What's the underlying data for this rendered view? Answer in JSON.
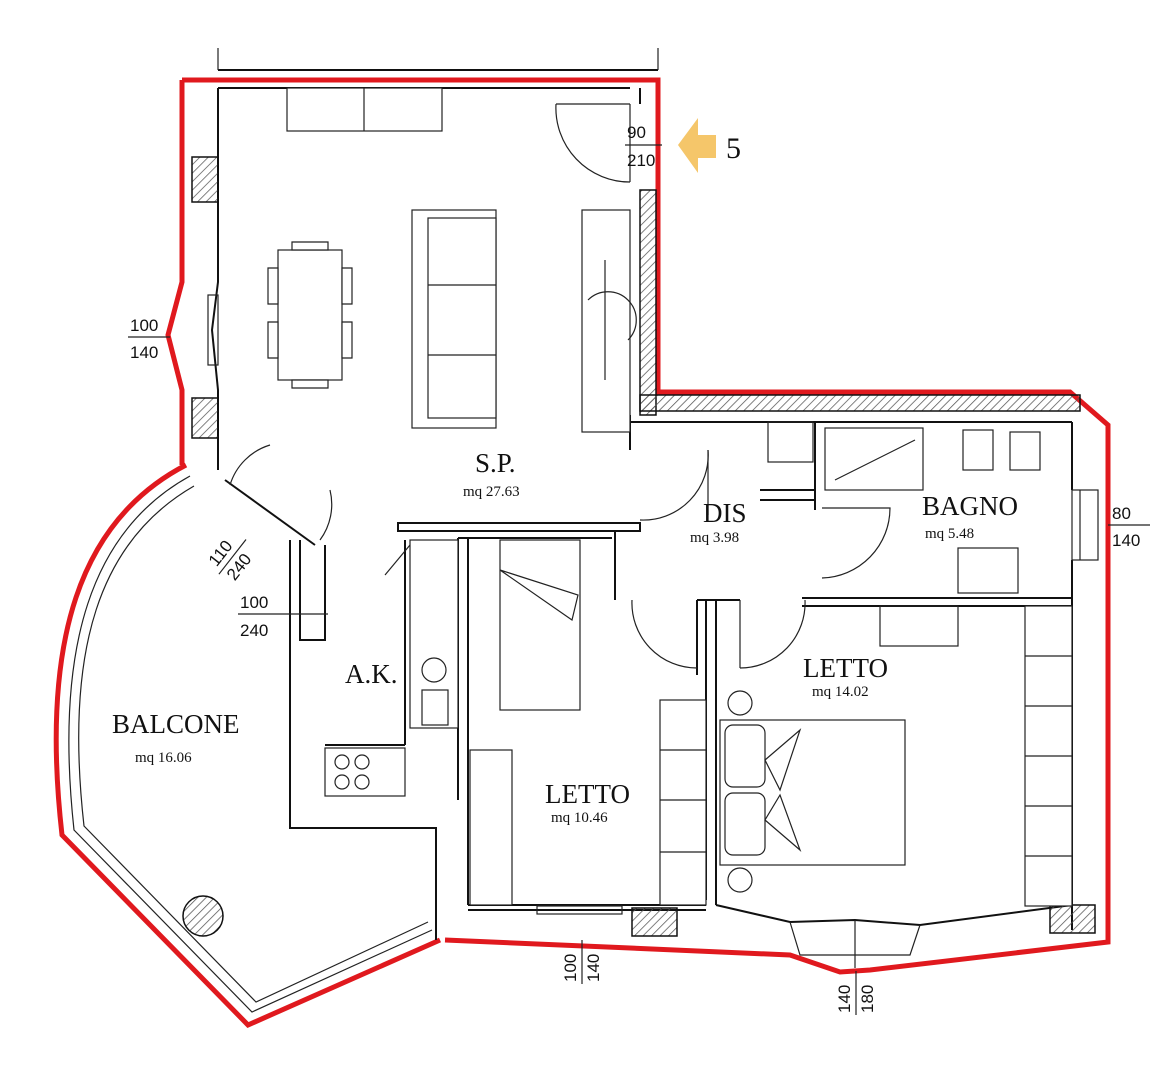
{
  "rooms": {
    "sp": {
      "name": "S.P.",
      "area": "mq 27.63"
    },
    "ak": {
      "name": "A.K."
    },
    "dis": {
      "name": "DIS",
      "area": "mq 3.98"
    },
    "bagno": {
      "name": "BAGNO",
      "area": "mq 5.48"
    },
    "letto_1": {
      "name": "LETTO",
      "area": "mq 14.02"
    },
    "letto_2": {
      "name": "LETTO",
      "area": "mq 10.46"
    },
    "balcone": {
      "name": "BALCONE",
      "area": "mq 16.06"
    }
  },
  "openings": {
    "entry_door": {
      "width": "90",
      "height": "210"
    },
    "window_sp": {
      "width": "100",
      "height": "140"
    },
    "door_balcone": {
      "width": "110",
      "height": "240"
    },
    "door_ak": {
      "width": "100",
      "height": "240"
    },
    "window_bagno": {
      "width": "80",
      "height": "140"
    },
    "window_letto_2": {
      "width": "100",
      "height": "140"
    },
    "window_letto_1": {
      "width": "140",
      "height": "180"
    }
  },
  "entry_marker": {
    "label": "5",
    "color": "#f5c66a"
  },
  "colors": {
    "outline": "#e0191e",
    "walls": "#111111",
    "hatch": "#555555"
  }
}
